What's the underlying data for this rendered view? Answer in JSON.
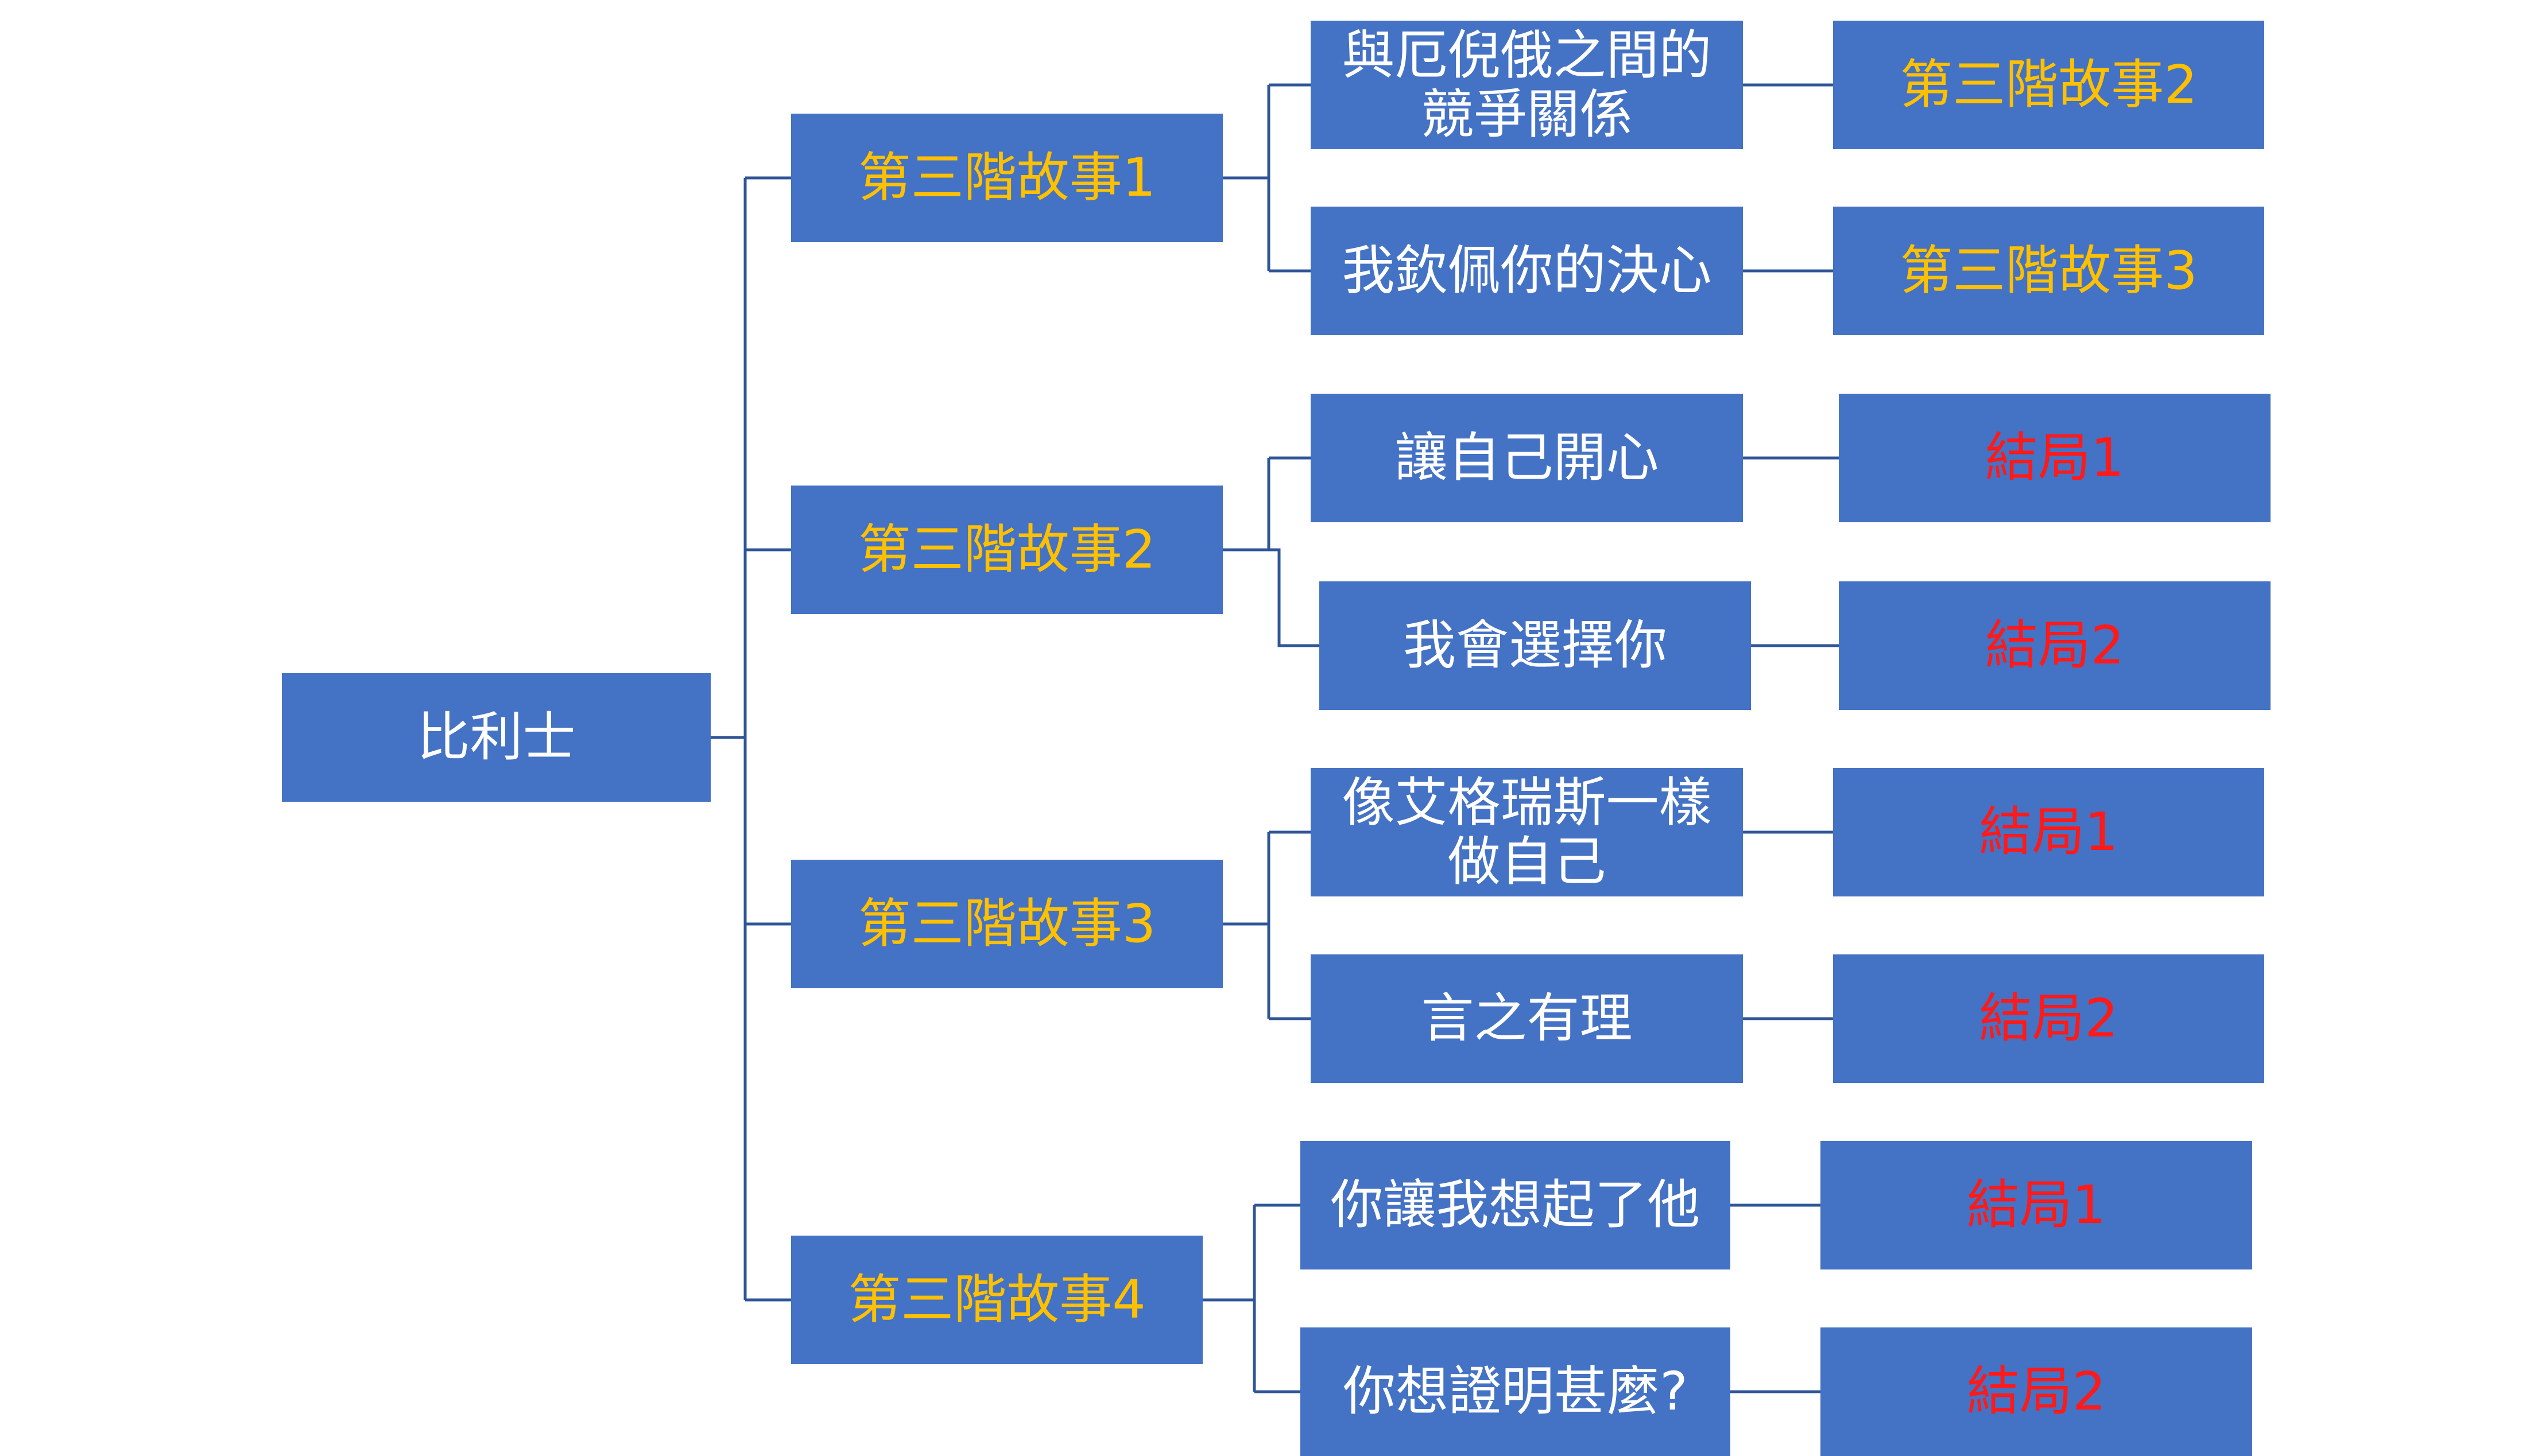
{
  "colors": {
    "node_fill": "#4472C4",
    "connector": "#2F5597",
    "text_default": "#FFFFFF",
    "text_story": "#FFC000",
    "text_ending": "#FF1A1A"
  },
  "root": {
    "label": "比利士"
  },
  "branches": [
    {
      "label": "第三階故事1",
      "choices": [
        {
          "label": "與厄倪俄之間的競爭關係",
          "result": "第三階故事2"
        },
        {
          "label": "我欽佩你的決心",
          "result": "第三階故事3"
        }
      ]
    },
    {
      "label": "第三階故事2",
      "choices": [
        {
          "label": "讓自己開心",
          "result": "結局1"
        },
        {
          "label": "我會選擇你",
          "result": "結局2"
        }
      ]
    },
    {
      "label": "第三階故事3",
      "choices": [
        {
          "label": "像艾格瑞斯一樣做自己",
          "result": "結局1"
        },
        {
          "label": "言之有理",
          "result": "結局2"
        }
      ]
    },
    {
      "label": "第三階故事4",
      "choices": [
        {
          "label": "你讓我想起了他",
          "result": "結局1"
        },
        {
          "label": "你想證明甚麼?",
          "result": "結局2"
        }
      ]
    }
  ]
}
